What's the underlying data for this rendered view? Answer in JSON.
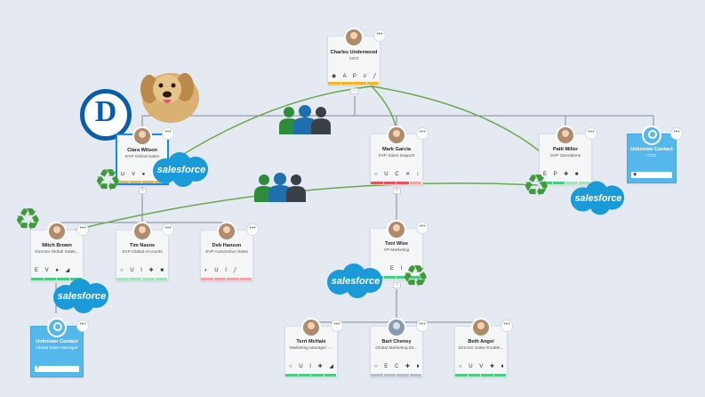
{
  "colors": {
    "blue_card": "#56b7ea",
    "line": "#7f8896",
    "green_line": "#6aa84f",
    "salesforce": "#1a9ad9",
    "recycle": "#3f9a3a"
  },
  "ceo": {
    "name": "Charles Underwood",
    "title": "CEO",
    "icons": "◉ A P ≡ ╱",
    "more": "•••",
    "collapse": "–"
  },
  "svp1": {
    "name": "Clara Wilson",
    "title": "EVP Global Sales",
    "icons": "D V ●",
    "more": "•••",
    "collapse": "–"
  },
  "svp2": {
    "name": "Mark Garcia",
    "title": "SVP Sales Support",
    "icons": "○ U C ✕ □",
    "more": "•••",
    "collapse": "–"
  },
  "svp3": {
    "name": "Patti Miller",
    "title": "SVP Operations",
    "icons": "E P ✚ ■",
    "more": "•••"
  },
  "unknown_cto": {
    "name": "Unknown Contact",
    "title": "CTO",
    "field": "◉",
    "more": "•••"
  },
  "mgr1": {
    "name": "Mitch Brown",
    "title": "Director Global Sales...",
    "icons": "E V ● ◢",
    "more": "•••"
  },
  "mgr2": {
    "name": "Tim Nasns",
    "title": "SVP Global Accounts",
    "icons": "○ U I ✚ ■",
    "more": "•••"
  },
  "mgr3": {
    "name": "Deb Hanson",
    "title": "SVP Automotive Sales",
    "icons": "◐ U I ╱",
    "more": "•••"
  },
  "mgr4": {
    "name": "Toni Wise",
    "title": "VP Marketing",
    "icons": "E I ✚",
    "more": "•••",
    "collapse": "–"
  },
  "unknown_gsm": {
    "name": "Unknown Contact",
    "title": "Global Sales Manager",
    "field": "?",
    "more": "•••"
  },
  "rep1": {
    "name": "Terri McHale",
    "title": "Marketing Manager -...",
    "icons": "○ U I ✚ ◢",
    "more": "•••"
  },
  "rep2": {
    "name": "Bart Cheney",
    "title": "Global Marketing Dir...",
    "icons": "○ E C ✚ ■",
    "more": "•••"
  },
  "rep3": {
    "name": "Beth Angel",
    "title": "Director Sales Enable...",
    "icons": "○ U V ✚ ■",
    "more": "•••"
  },
  "salesforce_label": "salesforce",
  "democrat_logo_letter": "D"
}
